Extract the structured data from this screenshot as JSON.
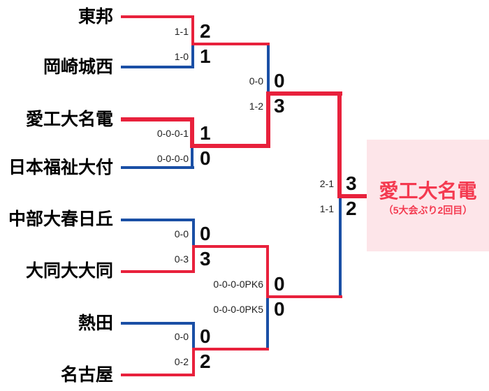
{
  "colors": {
    "winner_line": "#e8213c",
    "loser_line": "#1a4fa5",
    "champion_box_bg": "#fde5e9",
    "champion_text": "#f43a50"
  },
  "bracket": {
    "round1": [
      {
        "top_team": "東邦",
        "bottom_team": "岡崎城西",
        "top_score": "2",
        "bottom_score": "1",
        "top_detail": "1-1",
        "bottom_detail": "1-0"
      },
      {
        "top_team": "愛工大名電",
        "bottom_team": "日本福祉大付",
        "top_score": "1",
        "bottom_score": "0",
        "top_detail": "0-0-0-1",
        "bottom_detail": "0-0-0-0"
      },
      {
        "top_team": "中部大春日丘",
        "bottom_team": "大同大大同",
        "top_score": "0",
        "bottom_score": "3",
        "top_detail": "0-0",
        "bottom_detail": "0-3"
      },
      {
        "top_team": "熱田",
        "bottom_team": "名古屋",
        "top_score": "0",
        "bottom_score": "2",
        "top_detail": "0-0",
        "bottom_detail": "0-2"
      }
    ],
    "semifinals": [
      {
        "top_score": "0",
        "bottom_score": "3",
        "top_detail": "0-0",
        "bottom_detail": "1-2"
      },
      {
        "top_score": "0",
        "bottom_score": "0",
        "top_detail": "0-0-0-0PK6",
        "bottom_detail": "0-0-0-0PK5"
      }
    ],
    "final": {
      "top_score": "3",
      "bottom_score": "2",
      "top_detail": "2-1",
      "bottom_detail": "1-1"
    }
  },
  "champion": {
    "name": "愛工大名電",
    "note": "（5大会ぶり2回目）"
  }
}
